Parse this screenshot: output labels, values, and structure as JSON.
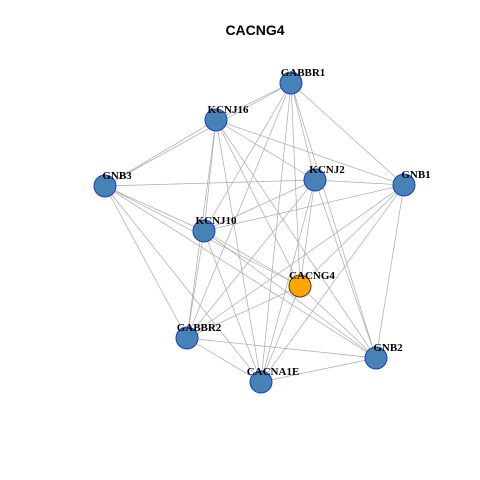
{
  "title": "CACNG4",
  "colors": {
    "node_default": "#4682B4",
    "node_default_stroke": "#1a3ccc",
    "node_highlight": "#FFA500",
    "node_highlight_stroke": "#5a3a00",
    "edge": "#aaaaaa"
  },
  "graph": {
    "nodes": [
      {
        "id": "GABBR1",
        "label": "GABBR1"
      },
      {
        "id": "KCNJ16",
        "label": "KCNJ16"
      },
      {
        "id": "KCNJ2",
        "label": "KCNJ2"
      },
      {
        "id": "GNB3",
        "label": "GNB3"
      },
      {
        "id": "GNB1",
        "label": "GNB1"
      },
      {
        "id": "KCNJ10",
        "label": "KCNJ10"
      },
      {
        "id": "CACNG4",
        "label": "CACNG4",
        "highlight": true
      },
      {
        "id": "GABBR2",
        "label": "GABBR2"
      },
      {
        "id": "GNB2",
        "label": "GNB2"
      },
      {
        "id": "CACNA1E",
        "label": "CACNA1E"
      }
    ],
    "edges": [
      [
        "GABBR1",
        "KCNJ16"
      ],
      [
        "GABBR1",
        "GNB3"
      ],
      [
        "GABBR1",
        "KCNJ2"
      ],
      [
        "GABBR1",
        "GNB1"
      ],
      [
        "GABBR1",
        "KCNJ10"
      ],
      [
        "GABBR1",
        "CACNG4"
      ],
      [
        "GABBR1",
        "GABBR2"
      ],
      [
        "GABBR1",
        "GNB2"
      ],
      [
        "GABBR1",
        "CACNA1E"
      ],
      [
        "KCNJ16",
        "GNB3"
      ],
      [
        "KCNJ16",
        "KCNJ2"
      ],
      [
        "KCNJ16",
        "GNB1"
      ],
      [
        "KCNJ16",
        "KCNJ10"
      ],
      [
        "KCNJ16",
        "CACNG4"
      ],
      [
        "KCNJ16",
        "GABBR2"
      ],
      [
        "KCNJ16",
        "GNB2"
      ],
      [
        "KCNJ16",
        "CACNA1E"
      ],
      [
        "KCNJ2",
        "GNB3"
      ],
      [
        "KCNJ2",
        "GNB1"
      ],
      [
        "KCNJ2",
        "KCNJ10"
      ],
      [
        "KCNJ2",
        "CACNG4"
      ],
      [
        "KCNJ2",
        "GABBR2"
      ],
      [
        "KCNJ2",
        "GNB2"
      ],
      [
        "KCNJ2",
        "CACNA1E"
      ],
      [
        "GNB3",
        "KCNJ10"
      ],
      [
        "GNB3",
        "CACNG4"
      ],
      [
        "GNB3",
        "GABBR2"
      ],
      [
        "GNB3",
        "GNB2"
      ],
      [
        "GNB3",
        "CACNA1E"
      ],
      [
        "GNB1",
        "KCNJ10"
      ],
      [
        "GNB1",
        "CACNG4"
      ],
      [
        "GNB1",
        "GABBR2"
      ],
      [
        "GNB1",
        "GNB2"
      ],
      [
        "GNB1",
        "CACNA1E"
      ],
      [
        "KCNJ10",
        "CACNG4"
      ],
      [
        "KCNJ10",
        "GABBR2"
      ],
      [
        "KCNJ10",
        "GNB2"
      ],
      [
        "KCNJ10",
        "CACNA1E"
      ],
      [
        "CACNG4",
        "GABBR2"
      ],
      [
        "CACNG4",
        "CACNA1E"
      ],
      [
        "CACNG4",
        "GNB2"
      ],
      [
        "GABBR2",
        "GNB2"
      ],
      [
        "GABBR2",
        "CACNA1E"
      ],
      [
        "GNB2",
        "CACNA1E"
      ]
    ]
  }
}
